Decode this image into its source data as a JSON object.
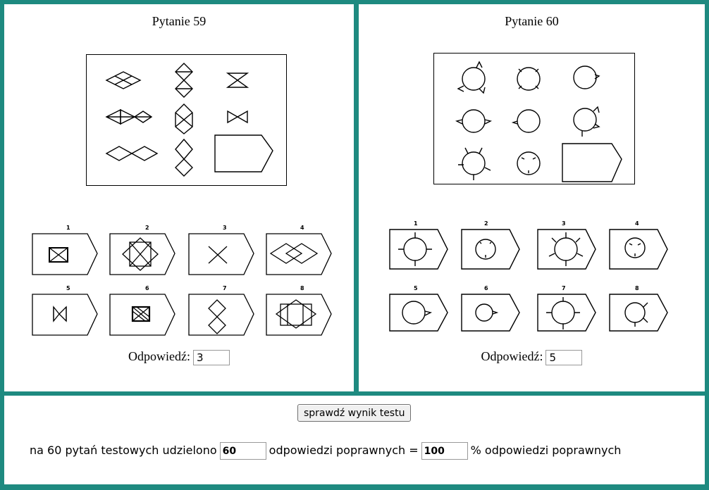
{
  "questions": [
    {
      "title": "Pytanie 59",
      "answer_label": "Odpowiedź:",
      "answer_value": "3",
      "option_numbers": [
        "1",
        "2",
        "3",
        "4",
        "5",
        "6",
        "7",
        "8"
      ]
    },
    {
      "title": "Pytanie 60",
      "answer_label": "Odpowiedź:",
      "answer_value": "5",
      "option_numbers": [
        "1",
        "2",
        "3",
        "4",
        "5",
        "6",
        "7",
        "8"
      ]
    }
  ],
  "controls": {
    "check_button_label": "sprawdź wynik testu",
    "result_prefix": "na 60 pytań testowych udzielono",
    "correct_count": "60",
    "result_middle": "odpowiedzi poprawnych =",
    "correct_percent": "100",
    "result_suffix": "% odpowiedzi poprawnych"
  },
  "colors": {
    "frame": "#1e8a80",
    "panel": "#ffffff",
    "ink": "#000000"
  }
}
